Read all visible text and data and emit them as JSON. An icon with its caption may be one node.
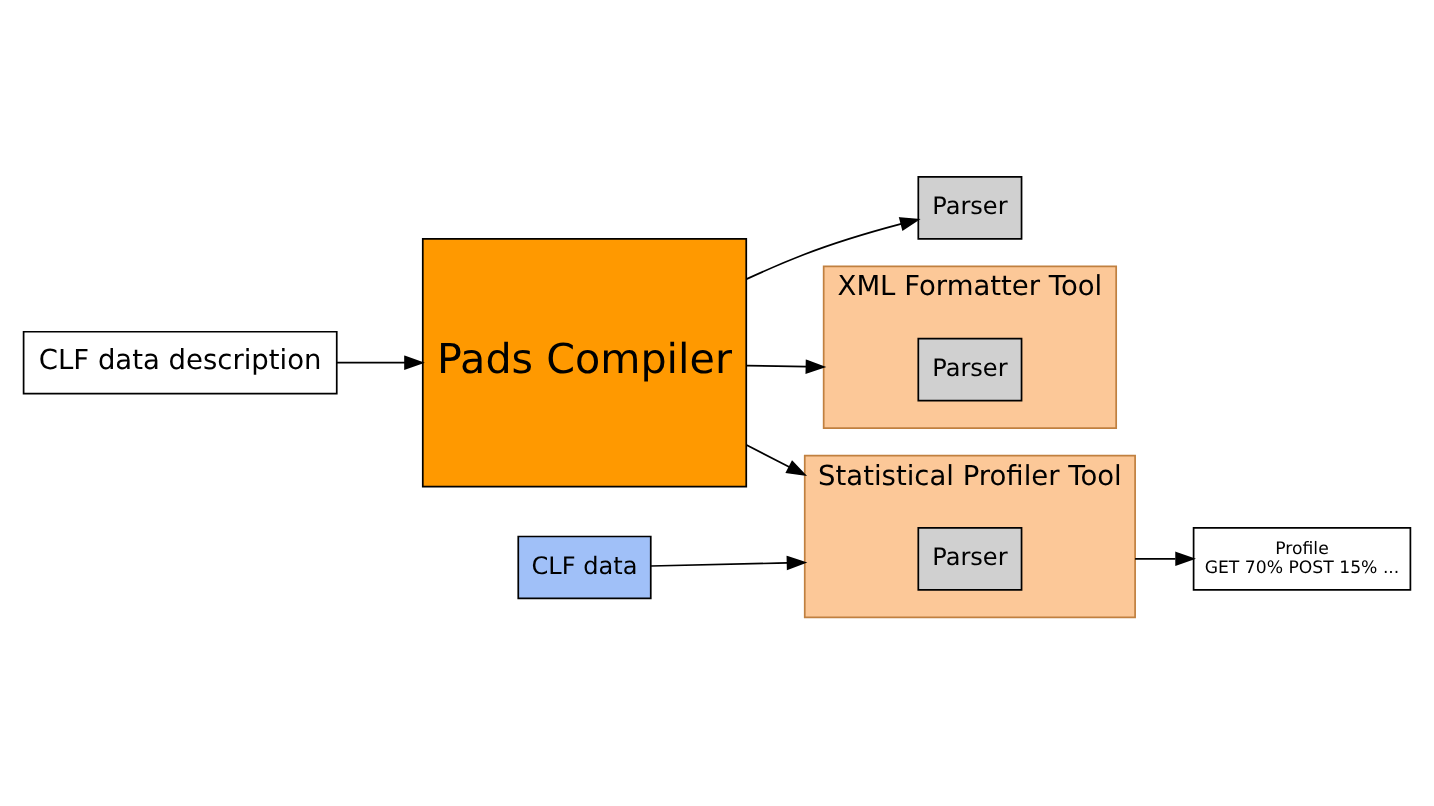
{
  "diagram": {
    "nodes": [
      {
        "text": [
          "CLF data description"
        ]
      },
      {
        "text": [
          "Pads Compiler"
        ]
      },
      {
        "text": [
          "Parser"
        ]
      },
      {
        "text": [
          "Statistical Profiler Tool"
        ]
      },
      {
        "text": [
          "Parser"
        ],
        "in": 3
      },
      {
        "text": [
          "CLF data"
        ]
      },
      {
        "text": [
          "Profile",
          "GET 70% POST 15% ..."
        ]
      },
      {
        "text": [
          "XML Formatter Tool"
        ]
      },
      {
        "text": [
          "Parser"
        ],
        "in": 7
      }
    ],
    "edges": [
      {
        "from": 0,
        "to": 1,
        "arrow": "to"
      },
      {
        "from": 1,
        "to": 2,
        "arrow": "to"
      },
      {
        "from": 1,
        "to": 3,
        "arrow": "to"
      },
      {
        "from": 5,
        "to": 3,
        "arrow": "to"
      },
      {
        "from": 3,
        "to": 6,
        "arrow": "to"
      },
      {
        "from": 1,
        "to": 7,
        "arrow": "to"
      }
    ]
  }
}
